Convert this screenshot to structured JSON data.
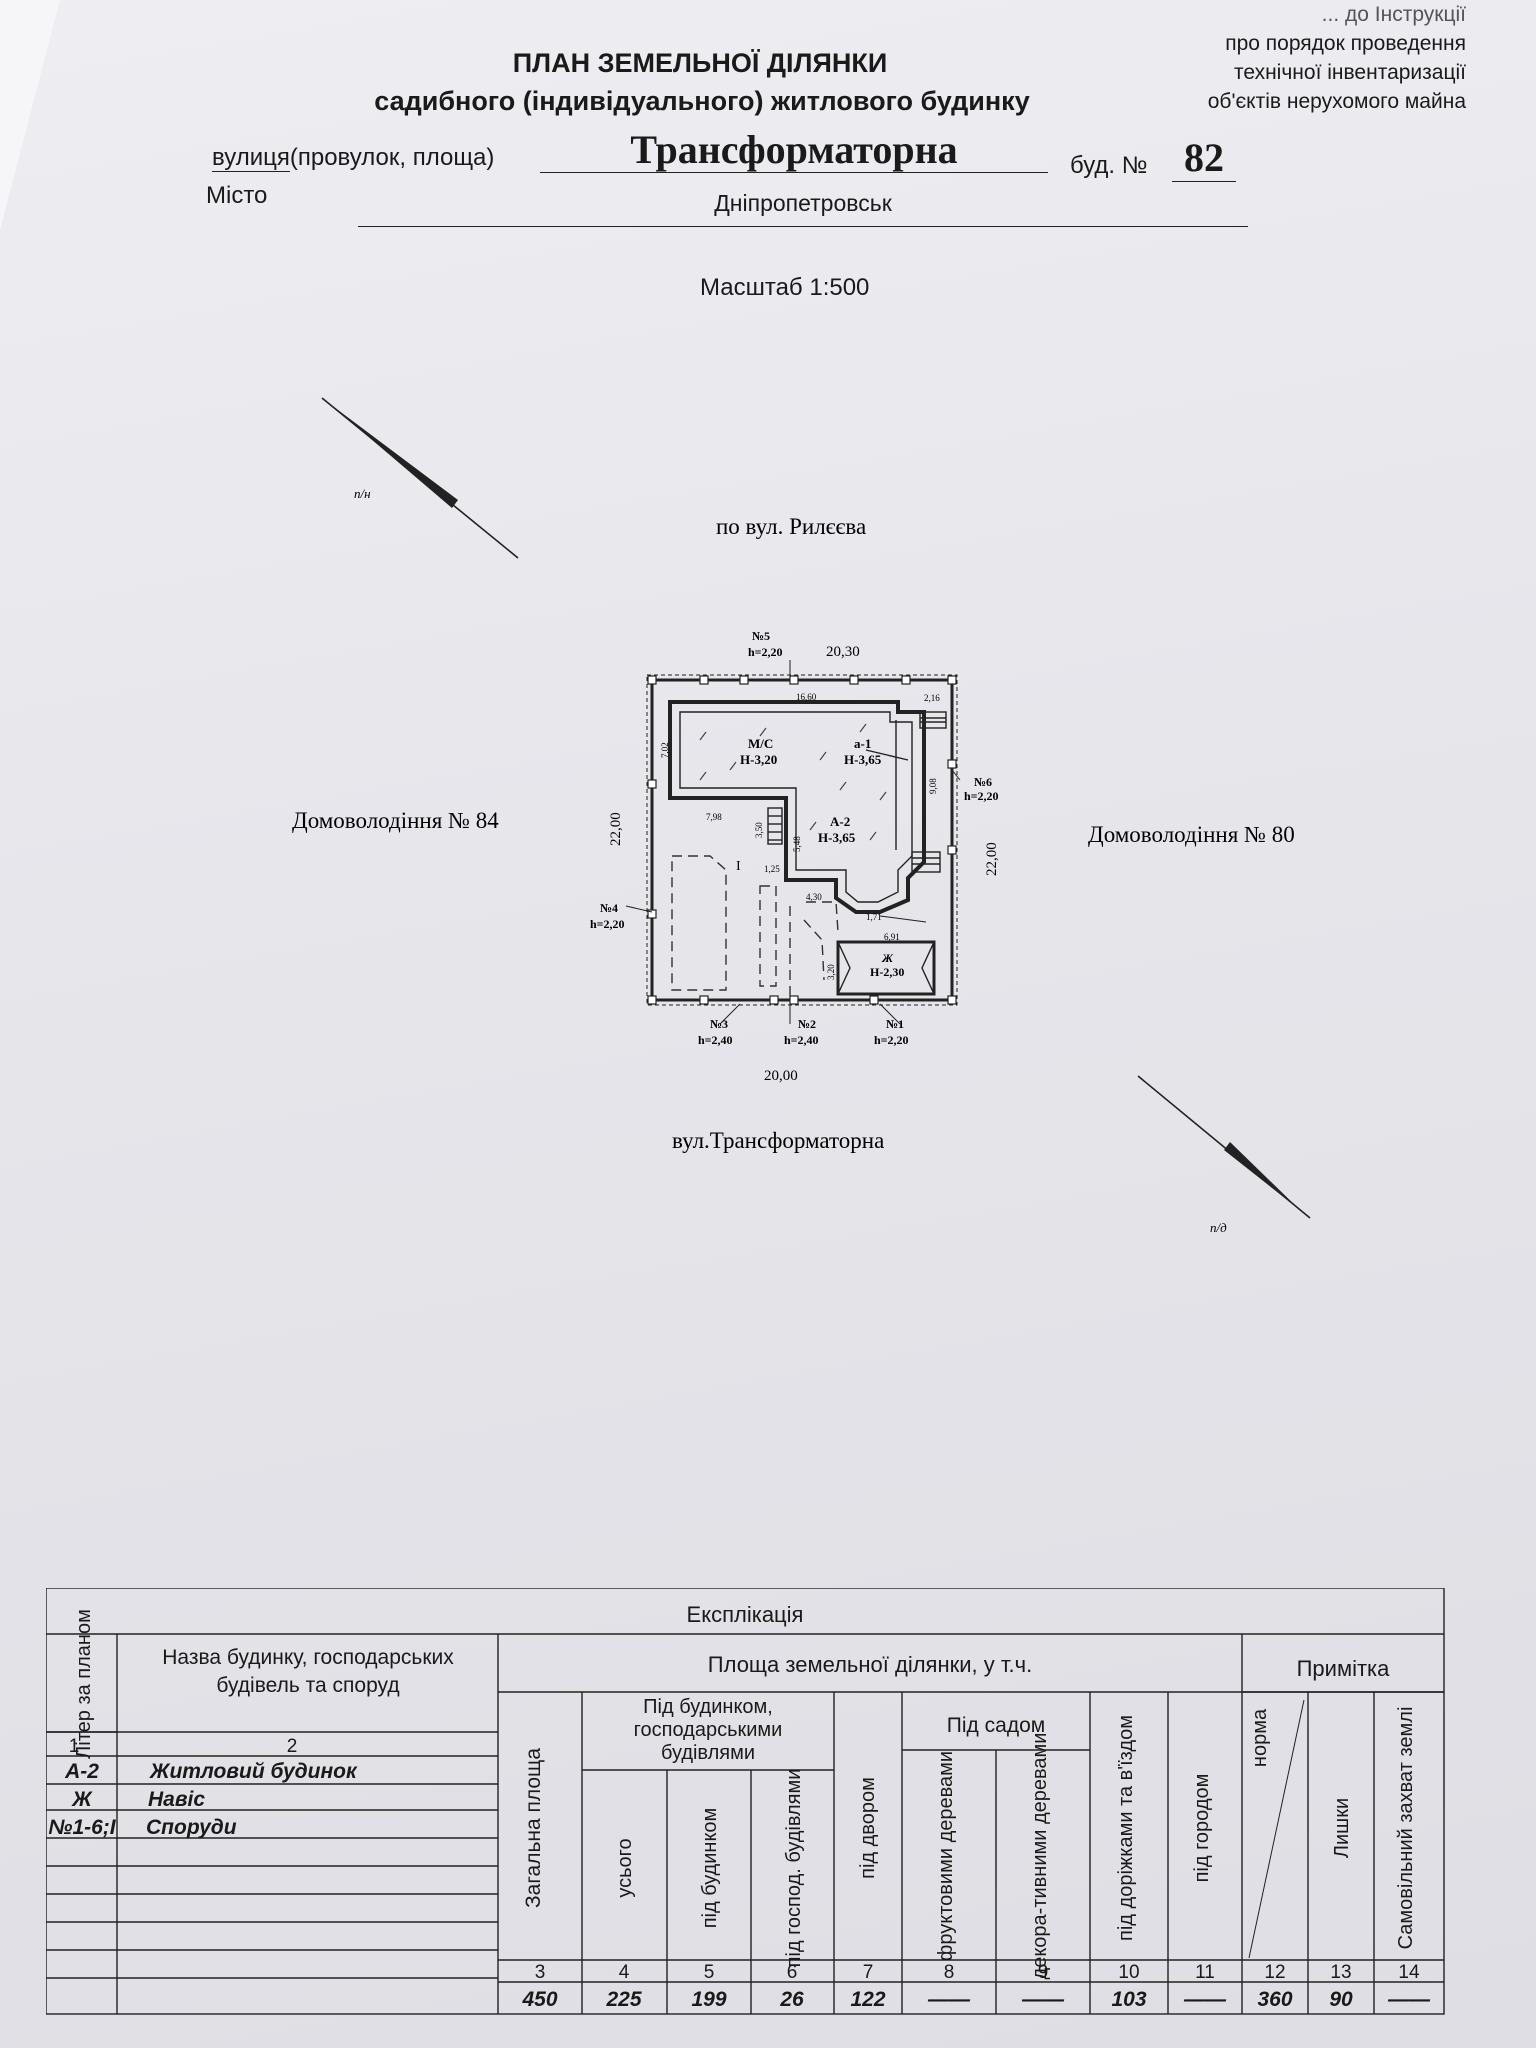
{
  "instruction_ref": {
    "line0": "... до Інструкції",
    "line1": "про  порядок проведення",
    "line2": "технічної  інвентаризації",
    "line3": "об'єктів нерухомого майна"
  },
  "title": {
    "line1": "ПЛАН ЗЕМЕЛЬНОЇ ДІЛЯНКИ",
    "line2": "садибного (індивідуального) житлового будинку"
  },
  "address": {
    "street_label_a": "вулиця",
    "street_label_b": "(провулок, площа)",
    "street_value": "Трансформаторна",
    "building_label": "буд. №",
    "building_value": "82",
    "city_label": "Місто",
    "city_value": "Дніпропетровськ"
  },
  "scale": "Масштаб 1:500",
  "plan": {
    "north": "п/н",
    "south": "п/д",
    "top_street": "по вул. Рилєєва",
    "bottom_street": "вул.Трансформаторна",
    "left_neighbor": "Домоволодіння № 84",
    "right_neighbor": "Домоволодіння № 80",
    "dim_top": "20,30",
    "dim_bottom": "20,00",
    "dim_left": "22,00",
    "dim_right": "22,00",
    "points": [
      {
        "no": "№5",
        "h": "h=2,20"
      },
      {
        "no": "№6",
        "h": "h=2,20"
      },
      {
        "no": "№4",
        "h": "h=2,20"
      },
      {
        "no": "№3",
        "h": "h=2,40"
      },
      {
        "no": "№2",
        "h": "h=2,40"
      },
      {
        "no": "№1",
        "h": "h=2,20"
      }
    ],
    "rooms": [
      {
        "code": "М/С",
        "h": "Н-3,20"
      },
      {
        "code": "а-1",
        "h": "Н-3,65"
      },
      {
        "code": "А-2",
        "h": "Н-3,65"
      },
      {
        "code": "Ж",
        "h": "Н-2,30"
      }
    ],
    "yard_label": "I",
    "inner_dims": [
      "16,60",
      "2,16",
      "7,02",
      "9,08",
      "7,98",
      "3,50",
      "5,48",
      "1,25",
      "4,30",
      "1,71",
      "6,91",
      "3,20"
    ]
  },
  "explication": {
    "title": "Експлікація",
    "col_letter": "Літер за планом",
    "col_name": "Назва будинку, господарських будівель та споруд",
    "col_area_group": "Площа земельної ділянки, у т.ч.",
    "col_note_group": "Примітка",
    "col_total": "Загальна площа",
    "col_under_buildings_group": "Під будинком, господарськими будівлями",
    "col_all": "усього",
    "col_under_house": "під будинком",
    "col_under_outbuildings": "під господ. будівлями",
    "col_yard": "під двором",
    "col_garden_group": "Під садом",
    "col_fruit": "фруктовими деревами",
    "col_decor": "декора-тивними деревами",
    "col_paths": "під доріжками та в'їздом",
    "col_vegetable": "під городом",
    "col_norm": "норма",
    "col_surplus": "Лишки",
    "col_seizure": "Самовільний захват землі",
    "col_numbers": [
      "1",
      "2",
      "3",
      "4",
      "5",
      "6",
      "7",
      "8",
      "9",
      "10",
      "11",
      "12",
      "13",
      "14"
    ],
    "rows": [
      {
        "letter": "А-2",
        "name": "Житловий будинок"
      },
      {
        "letter": "Ж",
        "name": "Навіс"
      },
      {
        "letter": "№1-6;I",
        "name": "Споруди"
      }
    ],
    "totals": [
      "450",
      "225",
      "199",
      "26",
      "122",
      "——",
      "——",
      "103",
      "——",
      "360",
      "90",
      "——"
    ]
  }
}
